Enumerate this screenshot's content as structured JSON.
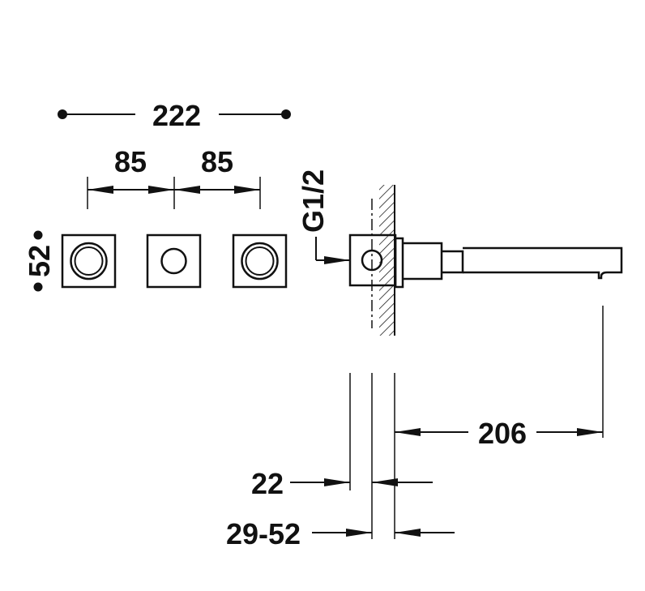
{
  "dimensions": {
    "total_width": "222",
    "spacing_left": "85",
    "spacing_right": "85",
    "handle_size": "52",
    "thread": "G1/2",
    "spout_length": "206",
    "plate_depth": "22",
    "wall_range": "29-52"
  },
  "colors": {
    "line": "#111111",
    "background": "#ffffff"
  }
}
